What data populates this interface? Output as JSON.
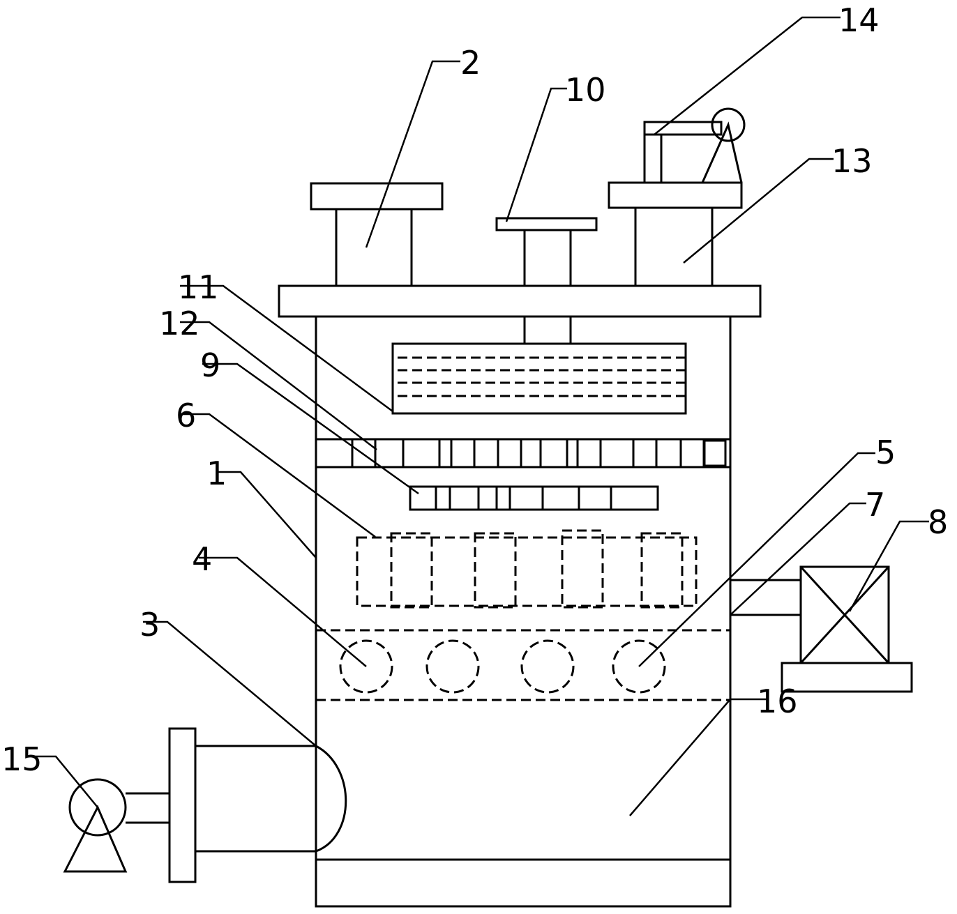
{
  "diagram": {
    "background": "#ffffff",
    "line_color": "#000000",
    "labels": {
      "l1": "1",
      "l2": "2",
      "l3": "3",
      "l4": "4",
      "l5": "5",
      "l6": "6",
      "l7": "7",
      "l8": "8",
      "l9": "9",
      "l10": "10",
      "l11": "11",
      "l12": "12",
      "l13": "13",
      "l14": "14",
      "l15": "15",
      "l16": "16"
    }
  }
}
